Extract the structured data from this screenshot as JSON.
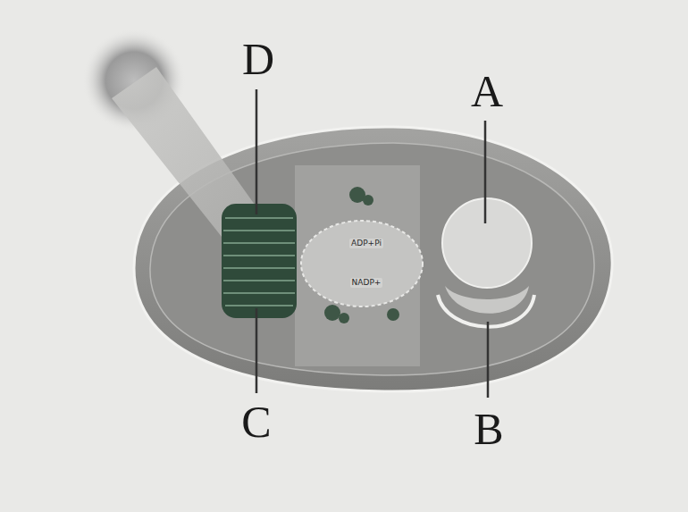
{
  "diagram": {
    "labels": [
      "D",
      "A",
      "ADP+Pi",
      "NADP+",
      "C",
      "B"
    ]
  }
}
